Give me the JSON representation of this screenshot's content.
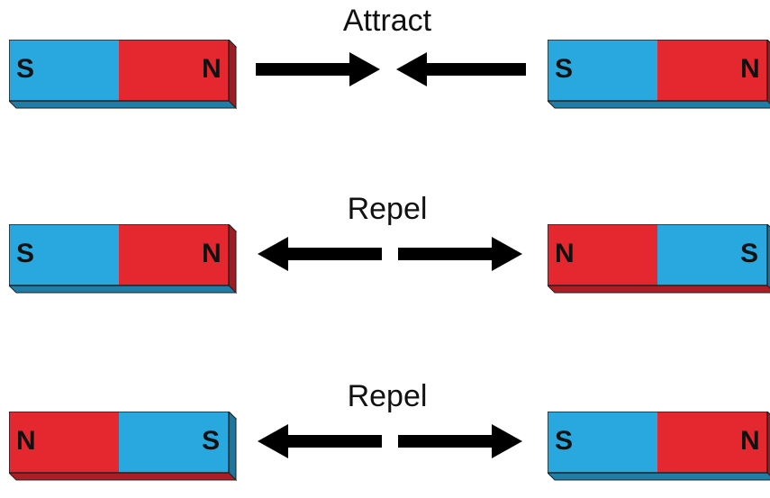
{
  "colors": {
    "north": "#e52730",
    "south": "#29a8e0",
    "outline": "#222222",
    "arrow": "#000000"
  },
  "rows": [
    {
      "label": "Attract",
      "interaction": "attract",
      "left_magnet": {
        "first": "S",
        "second": "N"
      },
      "right_magnet": {
        "first": "S",
        "second": "N"
      }
    },
    {
      "label": "Repel",
      "interaction": "repel",
      "left_magnet": {
        "first": "S",
        "second": "N"
      },
      "right_magnet": {
        "first": "N",
        "second": "S"
      }
    },
    {
      "label": "Repel",
      "interaction": "repel",
      "left_magnet": {
        "first": "N",
        "second": "S"
      },
      "right_magnet": {
        "first": "S",
        "second": "N"
      }
    }
  ]
}
